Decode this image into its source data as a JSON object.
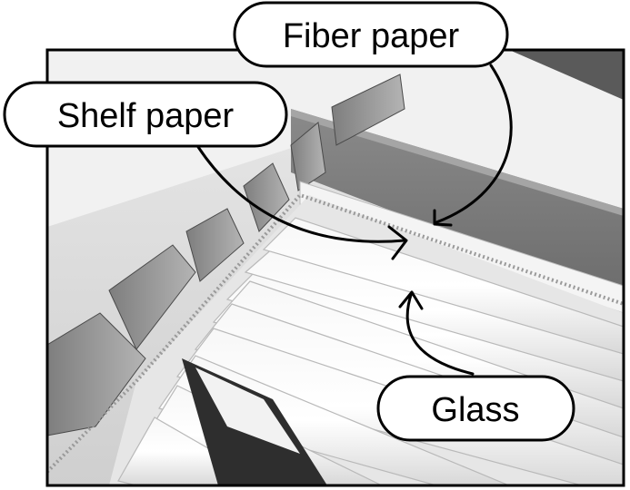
{
  "labels": {
    "fiber_paper": "Fiber paper",
    "shelf_paper": "Shelf paper",
    "glass": "Glass"
  },
  "colors": {
    "frame": "#000000",
    "label_fill": "#ffffff",
    "arrow": "#000000"
  }
}
